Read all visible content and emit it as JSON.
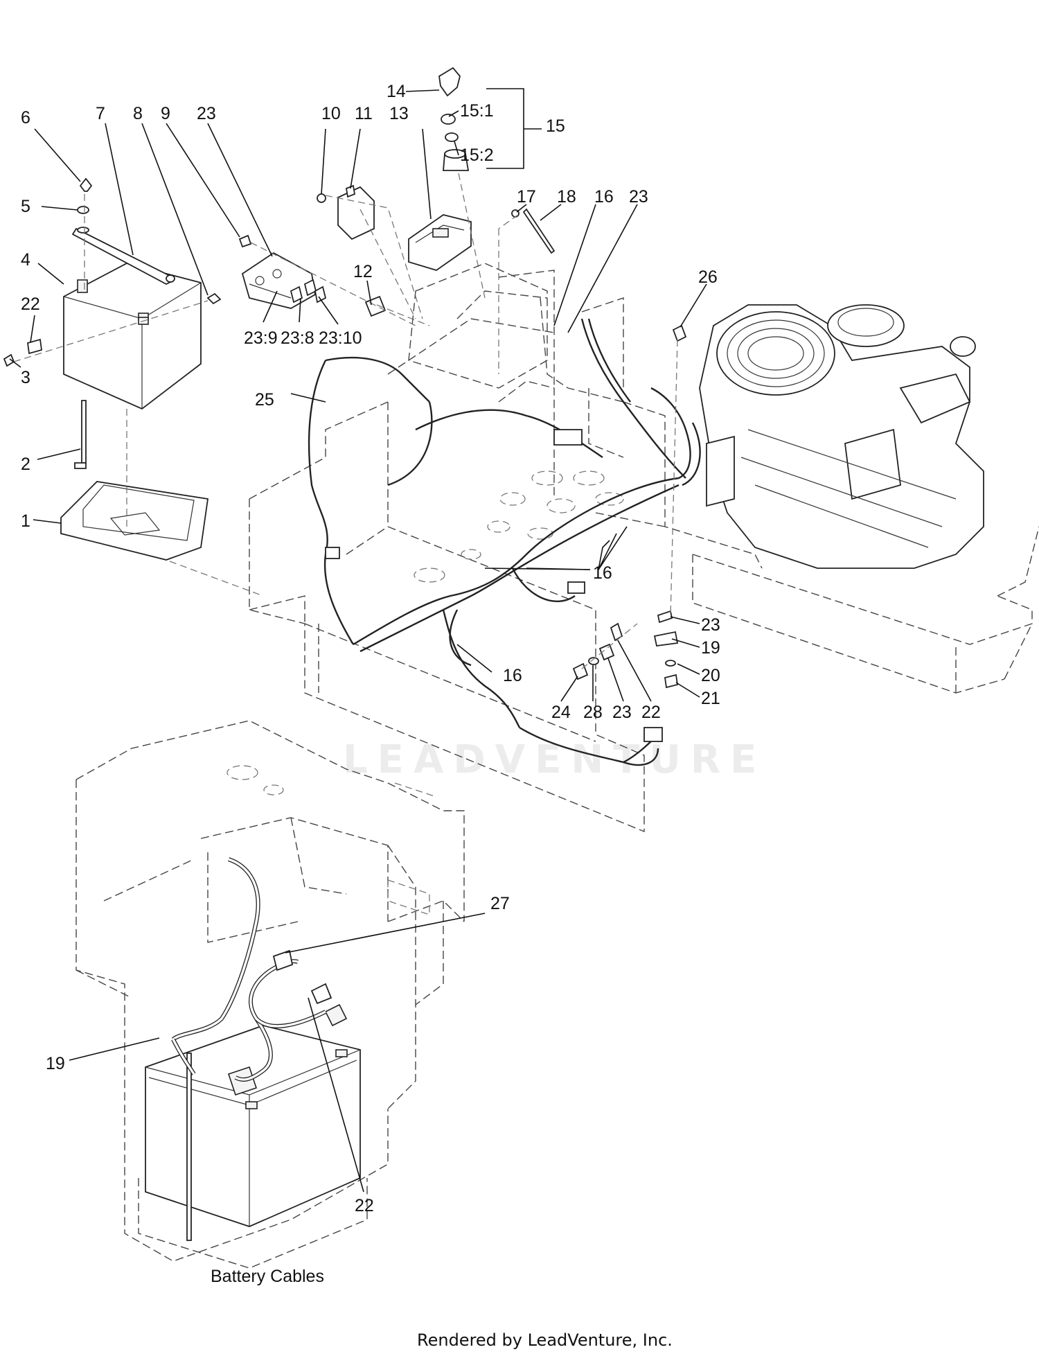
{
  "callouts": [
    {
      "id": "c1",
      "text": "1"
    },
    {
      "id": "c2",
      "text": "2"
    },
    {
      "id": "c3",
      "text": "3"
    },
    {
      "id": "c4",
      "text": "4"
    },
    {
      "id": "c5",
      "text": "5"
    },
    {
      "id": "c6",
      "text": "6"
    },
    {
      "id": "c7",
      "text": "7"
    },
    {
      "id": "c8",
      "text": "8"
    },
    {
      "id": "c9",
      "text": "9"
    },
    {
      "id": "c23a",
      "text": "23"
    },
    {
      "id": "c10",
      "text": "10"
    },
    {
      "id": "c11",
      "text": "11"
    },
    {
      "id": "c13",
      "text": "13"
    },
    {
      "id": "c14",
      "text": "14"
    },
    {
      "id": "c15_1",
      "text": "15:1"
    },
    {
      "id": "c15_2",
      "text": "15:2"
    },
    {
      "id": "c15",
      "text": "15"
    },
    {
      "id": "c17",
      "text": "17"
    },
    {
      "id": "c18",
      "text": "18"
    },
    {
      "id": "c16a",
      "text": "16"
    },
    {
      "id": "c23b",
      "text": "23"
    },
    {
      "id": "c26",
      "text": "26"
    },
    {
      "id": "c12",
      "text": "12"
    },
    {
      "id": "c22a",
      "text": "22"
    },
    {
      "id": "c23_9",
      "text": "23:9"
    },
    {
      "id": "c23_8",
      "text": "23:8"
    },
    {
      "id": "c23_10",
      "text": "23:10"
    },
    {
      "id": "c25",
      "text": "25"
    },
    {
      "id": "c16b",
      "text": "16"
    },
    {
      "id": "c16c",
      "text": "16"
    },
    {
      "id": "c23c",
      "text": "23"
    },
    {
      "id": "c19a",
      "text": "19"
    },
    {
      "id": "c20",
      "text": "20"
    },
    {
      "id": "c21",
      "text": "21"
    },
    {
      "id": "c24",
      "text": "24"
    },
    {
      "id": "c28",
      "text": "28"
    },
    {
      "id": "c23d",
      "text": "23"
    },
    {
      "id": "c22b",
      "text": "22"
    },
    {
      "id": "c27",
      "text": "27"
    },
    {
      "id": "c19b",
      "text": "19"
    },
    {
      "id": "c22c",
      "text": "22"
    }
  ],
  "caption": "Battery Cables",
  "footer": "Rendered by LeadVenture, Inc.",
  "watermark": "LEADVENTURE"
}
